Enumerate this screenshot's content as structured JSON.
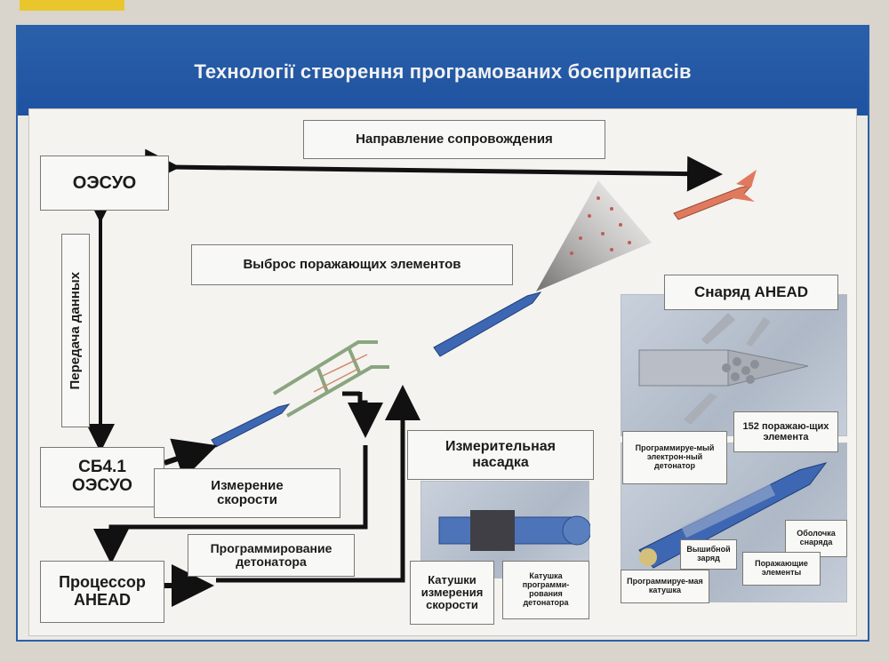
{
  "title": "Технології створення програмованих боєприпасів",
  "colors": {
    "header": "#2a60aa",
    "arrow": "#111111",
    "shell": "#3e67b3",
    "missile": "#e07a5f"
  },
  "labels": {
    "oesuo": "ОЭСУО",
    "tracking": "Направление сопровождения",
    "data_transfer": "Передача данных",
    "ejection": "Выброс поражающих элементов",
    "ahead_shell": "Снаряд AHEAD",
    "sb": "СБ4.1 ОЭСУО",
    "speed_measure": "Измерение скорости",
    "measuring_nozzle": "Измерительная насадка",
    "detonator_prog": "Программирование детонатора",
    "processor": "Процессор AHEAD",
    "speed_coils": "Катушки измерения скорости",
    "prog_coil_detonator": "Катушка программи-рования детонатора",
    "elements_152": "152 поражаю-щих элемента",
    "prog_detonator": "Программируе-мый электрон-ный детонатор",
    "shell_body": "Оболочка снаряда",
    "charge": "Вышибной заряд",
    "striking_elements": "Поражающие элементы",
    "prog_coil": "Программируе-мая катушка"
  }
}
